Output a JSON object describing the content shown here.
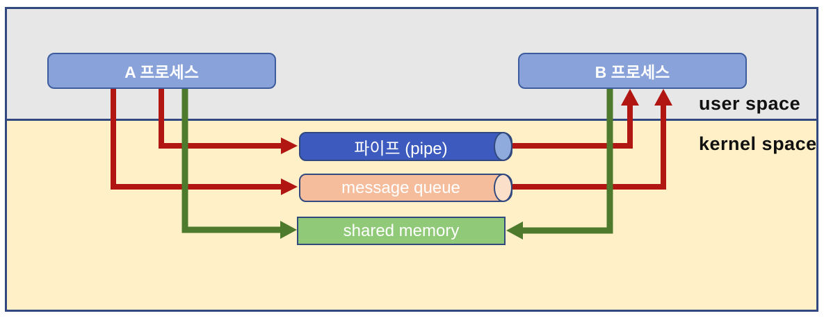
{
  "regions": {
    "user_space": {
      "label": "user space"
    },
    "kernel_space": {
      "label": "kernel space"
    }
  },
  "processes": {
    "a": {
      "label": "A 프로세스"
    },
    "b": {
      "label": "B 프로세스"
    }
  },
  "channels": {
    "pipe": {
      "label": "파이프 (pipe)"
    },
    "message_queue": {
      "label": "message queue"
    },
    "shared_memory": {
      "label": "shared memory"
    }
  },
  "connections": [
    {
      "from": "A 프로세스",
      "to": "파이프 (pipe)",
      "color": "red",
      "direction": "one-way"
    },
    {
      "from": "A 프로세스",
      "to": "message queue",
      "color": "red",
      "direction": "one-way"
    },
    {
      "from": "A 프로세스",
      "to": "shared memory",
      "color": "green",
      "direction": "one-way"
    },
    {
      "from": "파이프 (pipe)",
      "to": "B 프로세스",
      "color": "red",
      "direction": "one-way"
    },
    {
      "from": "message queue",
      "to": "B 프로세스",
      "color": "red",
      "direction": "one-way"
    },
    {
      "from": "B 프로세스",
      "to": "shared memory",
      "color": "green",
      "direction": "one-way"
    }
  ],
  "colors": {
    "region_border": "#31497E",
    "user_space_bg": "#E8E7E7",
    "kernel_space_bg": "#FFF0C7",
    "process_fill": "#8AA2DA",
    "process_border": "#3D5C9E",
    "pipe_fill": "#3D5BBE",
    "pipe_cap_fill": "#8FAADC",
    "message_queue_fill": "#F5BD9C",
    "message_queue_cap_fill": "#FBDFC9",
    "shared_memory_fill": "#90C977",
    "shared_memory_border": "#31497E",
    "arrow_red": "#B11612",
    "arrow_green": "#4E7A2D",
    "label_text": "#111111",
    "box_text": "#FFFFFF"
  }
}
